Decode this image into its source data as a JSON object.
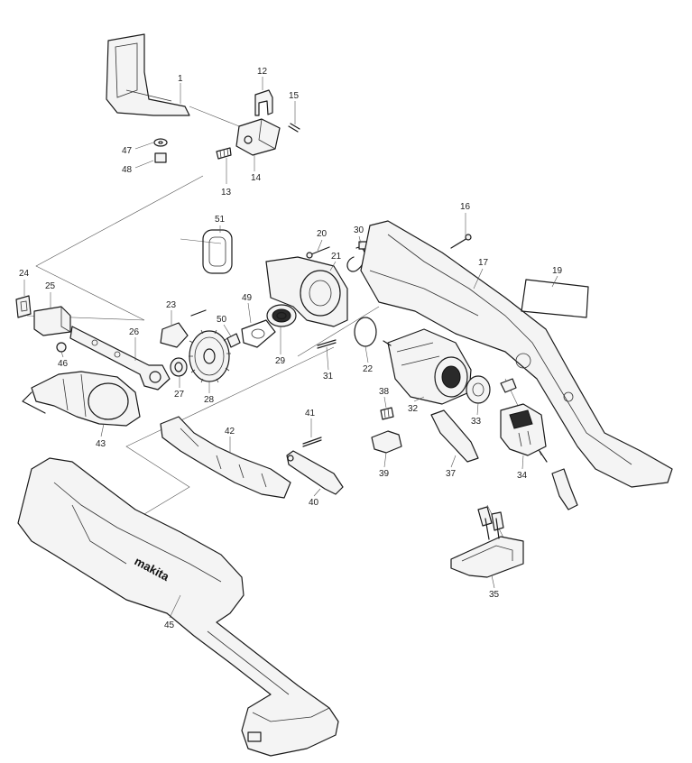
{
  "diagram": {
    "brand_logo": "makita",
    "callouts": [
      "1",
      "12",
      "15",
      "47",
      "48",
      "13",
      "14",
      "16",
      "51",
      "20",
      "30",
      "21",
      "17",
      "19",
      "24",
      "25",
      "23",
      "49",
      "50",
      "26",
      "29",
      "22",
      "31",
      "46",
      "27",
      "28",
      "38",
      "32",
      "33",
      "41",
      "42",
      "39",
      "37",
      "34",
      "43",
      "40",
      "35",
      "45"
    ]
  }
}
